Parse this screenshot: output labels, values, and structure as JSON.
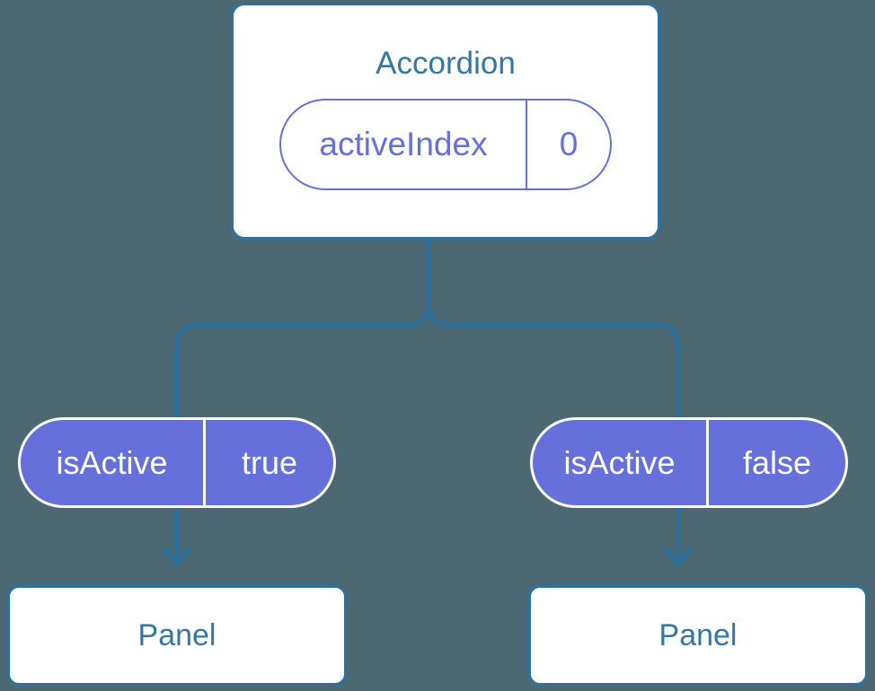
{
  "colors": {
    "background": "#4C6872",
    "connector_blue": "#2B71A1",
    "label_blue": "#3577A3",
    "prop_purple": "#6570DB",
    "node_fill": "#FFFFFF"
  },
  "tree": {
    "root": {
      "title": "Accordion",
      "state_pill": {
        "name": "activeIndex",
        "value": "0"
      }
    },
    "branches": [
      {
        "prop_pill": {
          "name": "isActive",
          "value": "true"
        },
        "child": {
          "title": "Panel"
        }
      },
      {
        "prop_pill": {
          "name": "isActive",
          "value": "false"
        },
        "child": {
          "title": "Panel"
        }
      }
    ]
  }
}
